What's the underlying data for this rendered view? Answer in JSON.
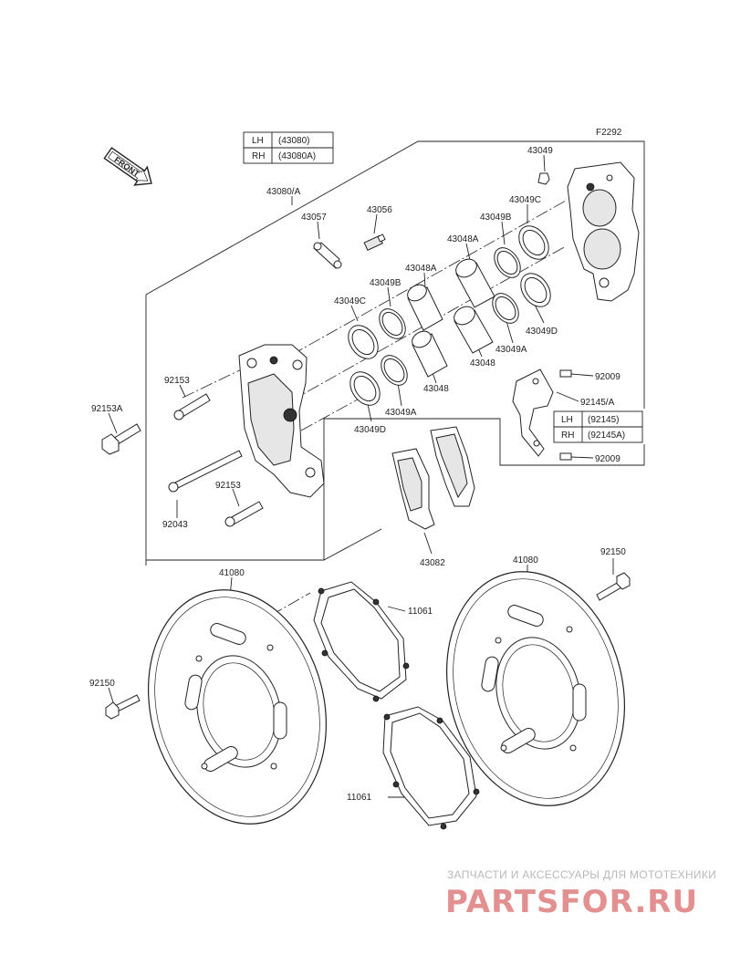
{
  "figure_code": "F2292",
  "front_arrow": "FRONT",
  "tables": {
    "caliper": {
      "rows": [
        {
          "side": "LH",
          "part": "(43080)"
        },
        {
          "side": "RH",
          "part": "(43080A)"
        }
      ]
    },
    "bracket": {
      "rows": [
        {
          "side": "LH",
          "part": "(92145)"
        },
        {
          "side": "RH",
          "part": "(92145A)"
        }
      ]
    }
  },
  "labels": {
    "assy": "43080/A",
    "bleeder_cap": "43057",
    "bleeder": "43056",
    "pin_clip_top": "43049",
    "seal_c_right": "43049C",
    "seal_b_right": "43049B",
    "piston_a_right": "43048A",
    "piston_a_mid": "43048A",
    "seal_b_mid": "43049B",
    "seal_c_left": "43049C",
    "seal_d_right": "43049D",
    "seal_a_right": "43049A",
    "piston_right": "43048",
    "piston_mid": "43048",
    "seal_a_mid": "43049A",
    "seal_d_left": "43049D",
    "bolt_92153_top": "92153",
    "bolt_92153A": "92153A",
    "bolt_92153_bot": "92153",
    "pin_92043": "92043",
    "screw_92009_top": "92009",
    "bracket": "92145/A",
    "screw_92009_bot": "92009",
    "pads": "43082",
    "disc_left": "41080",
    "disc_right": "41080",
    "shim_top": "11061",
    "shim_bot": "11061",
    "bolt_92150_left": "92150",
    "bolt_92150_right": "92150"
  },
  "watermark": {
    "tagline": "ЗАПЧАСТИ И АКСЕССУАРЫ ДЛЯ МОТОТЕХНИКИ",
    "logo": "PARTSFOR.RU"
  }
}
